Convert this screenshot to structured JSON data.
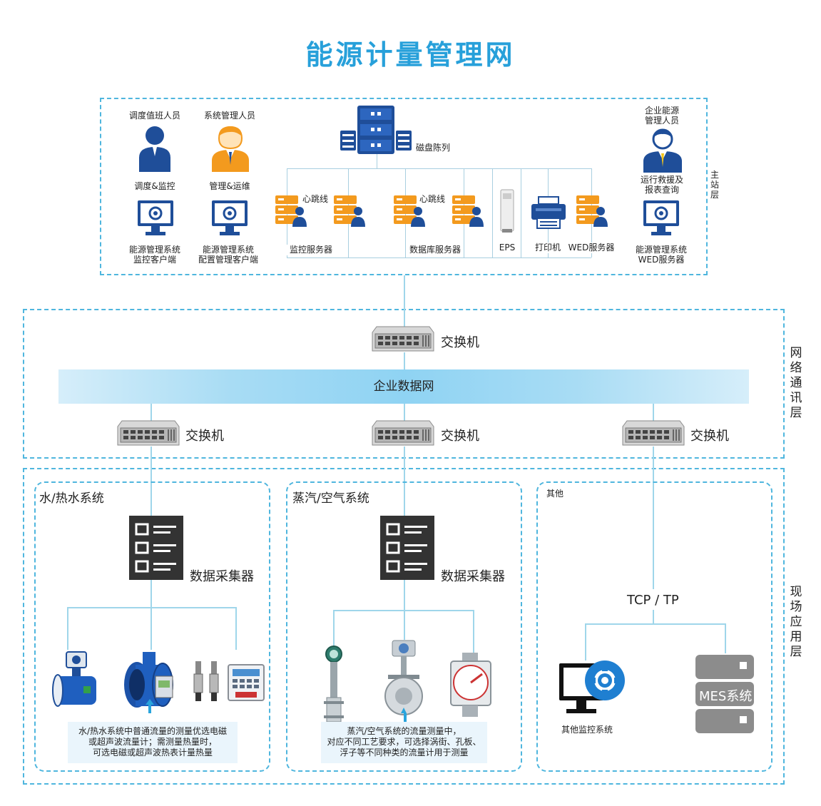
{
  "title": "能源计量管理网",
  "layers": {
    "main_station": "主站层",
    "network": "网络通讯层",
    "field": "现场应用层"
  },
  "main": {
    "dispatch_staff": "调度值班人员",
    "dispatch_role": "调度&监控",
    "monitor_client": [
      "能源管理系统",
      "监控客户端"
    ],
    "sysadmin_staff": "系统管理人员",
    "sysadmin_role": "管理&运维",
    "config_client": [
      "能源管理系统",
      "配置管理客户端"
    ],
    "disk_array": "磁盘陈列",
    "heartbeat_1": "心跳线",
    "heartbeat_2": "心跳线",
    "monitor_servers": "监控服务器",
    "db_servers": "数据库服务器",
    "eps": "EPS",
    "printer": "打印机",
    "wed_server": "WED服务器",
    "enterprise_staff": [
      "企业能源",
      "管理人员"
    ],
    "report_role": [
      "运行救援及",
      "报表查询"
    ],
    "wed_client": [
      "能源管理系统",
      "WED服务器"
    ]
  },
  "network": {
    "switch_top": "交换机",
    "bus": "企业数据网",
    "switch_left": "交换机",
    "switch_mid": "交换机",
    "switch_right": "交换机"
  },
  "field": {
    "water": {
      "title": "水/热水系统",
      "collector": "数据采集器",
      "note": [
        "水/热水系统中普通流量的测量优选电磁",
        "或超声波流量计；需测量热量时，",
        "可选电磁或超声波热表计量热量"
      ]
    },
    "steam": {
      "title": "蒸汽/空气系统",
      "collector": "数据采集器",
      "note": [
        "蒸汽/空气系统的流量测量中，",
        "对应不同工艺要求，可选择涡街、孔板、",
        "浮子等不同种类的流量计用于测量"
      ]
    },
    "other": {
      "title": "其他",
      "protocol": "TCP / TP",
      "monitor": "其他监控系统",
      "mes": "MES系统"
    }
  },
  "colors": {
    "accent": "#27a0da",
    "border": "#4fb6de",
    "server_orange": "#f39a1e",
    "navy": "#1f4e99"
  }
}
